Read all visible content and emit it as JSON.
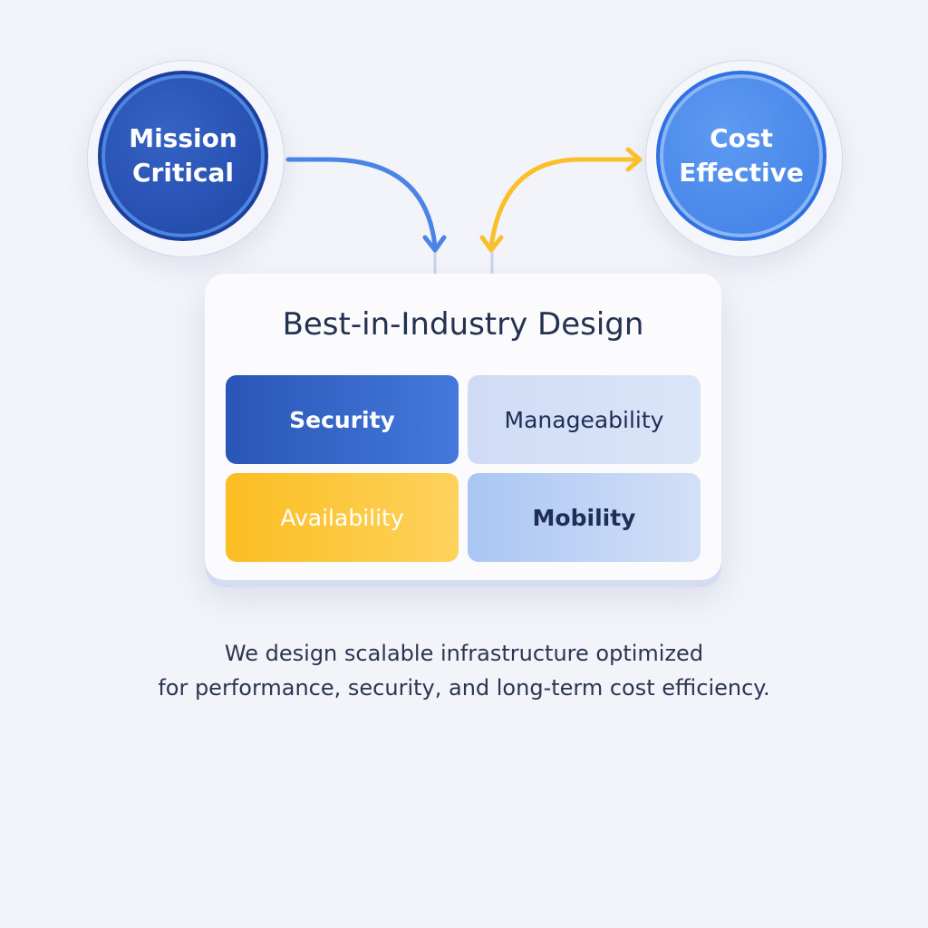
{
  "nodes": {
    "mission_critical": {
      "line1": "Mission",
      "line2": "Critical"
    },
    "cost_effective": {
      "line1": "Cost",
      "line2": "Effective"
    }
  },
  "card": {
    "title": "Best-in-Industry Design",
    "tiles": [
      "Security",
      "Manageability",
      "Availability",
      "Mobility"
    ]
  },
  "caption": {
    "line1": "We design scalable infrastructure optimized",
    "line2": "for performance, security, and long-term cost efficiency."
  },
  "colors": {
    "blue_dark": "#1f45a6",
    "blue_light": "#4a88ea",
    "yellow": "#fbbf24"
  }
}
